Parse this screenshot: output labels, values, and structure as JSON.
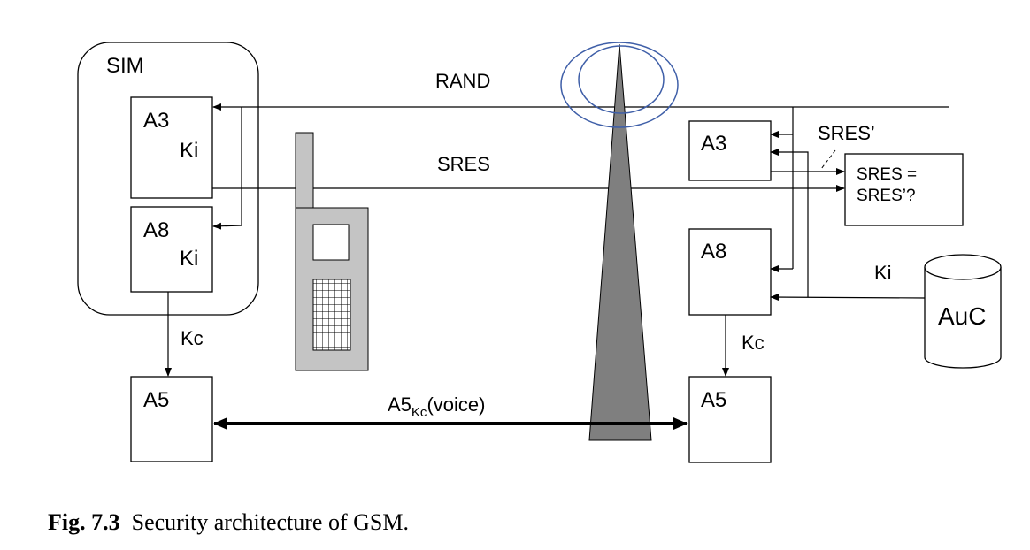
{
  "diagram": {
    "sim_label": "SIM",
    "mobile": {
      "a3_name": "A3",
      "a3_key": "Ki",
      "a8_name": "A8",
      "a8_key": "Ki",
      "a5_name": "A5",
      "kc_label": "Kc"
    },
    "network": {
      "a3_name": "A3",
      "a8_name": "A8",
      "a5_name": "A5",
      "kc_label": "Kc",
      "ki_label": "Ki",
      "auc_label": "AuC",
      "compare_line1": "SRES =",
      "compare_line2": "SRES’?",
      "sres_prime_label": "SRES’"
    },
    "links": {
      "rand_label": "RAND",
      "sres_label": "SRES",
      "voice_main": "A5",
      "voice_sub": "Kc",
      "voice_tail": "(voice)"
    }
  },
  "caption": {
    "figure_number": "Fig. 7.3",
    "text": "Security architecture of GSM."
  }
}
